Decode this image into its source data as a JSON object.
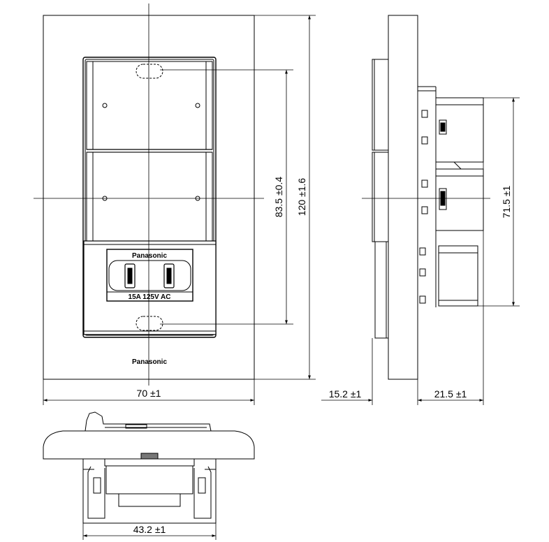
{
  "dimensions": {
    "plate_width": "70 ±1",
    "plate_height": "120 ±1.6",
    "switch_pitch": "83.5 ±0.4",
    "front_depth": "15.2 ±1",
    "rear_depth": "21.5 ±1",
    "body_height": "71.5 ±1",
    "body_width": "43.2 ±1"
  },
  "labels": {
    "brand_module": "Panasonic",
    "brand_plate": "Panasonic",
    "rating": "15A 125V AC"
  }
}
